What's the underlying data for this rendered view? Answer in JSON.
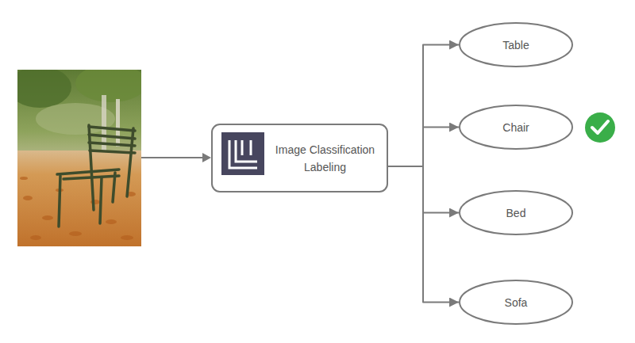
{
  "diagram": {
    "nodes": [
      {
        "text": [
          "Image Classification Labeling"
        ]
      },
      {
        "text": [
          "Table"
        ]
      },
      {
        "text": [
          "Chair"
        ]
      },
      {
        "text": [
          "Bed"
        ]
      },
      {
        "text": [
          "Sofa"
        ]
      }
    ],
    "edges": [
      {
        "from": 0,
        "to": 1,
        "arrow": "to"
      },
      {
        "from": 0,
        "to": 2,
        "arrow": "to"
      },
      {
        "from": 0,
        "to": 3,
        "arrow": "to"
      },
      {
        "from": 0,
        "to": 4,
        "arrow": "to"
      }
    ]
  }
}
